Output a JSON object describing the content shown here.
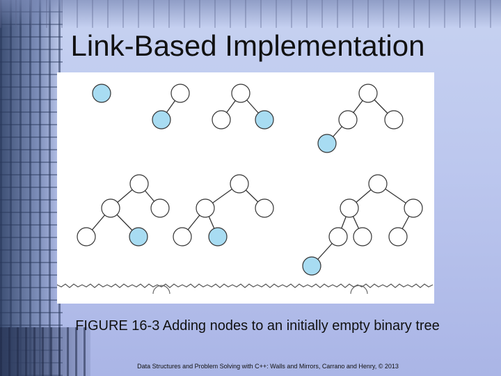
{
  "slide": {
    "title": "Link-Based Implementation",
    "caption": "FIGURE 16-3 Adding nodes to an initially empty binary tree",
    "footer": "Data Structures and Problem Solving with C++: Walls and Mirrors, Carrano and Henry, © 2013"
  },
  "colors": {
    "new_node": "#a8dcf2",
    "existing_node": "#ffffff",
    "node_stroke": "#333333",
    "edge": "#333333"
  }
}
